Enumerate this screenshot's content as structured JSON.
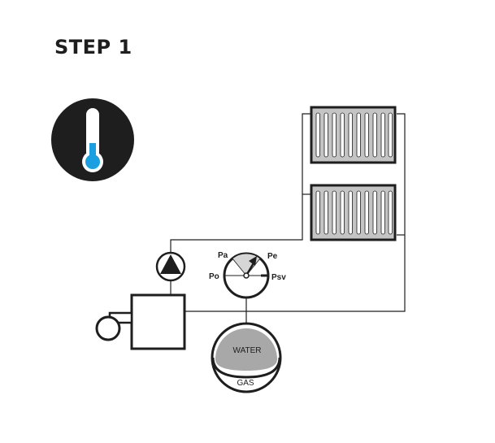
{
  "title": "STEP 1",
  "labels": {
    "pa": "Pa",
    "pe": "Pe",
    "po": "Po",
    "psv": "Psv",
    "water": "WATER",
    "gas": "GAS"
  },
  "icons": {
    "thermometer": "thermometer-icon",
    "pump": "pump-icon",
    "gauge": "pressure-gauge-icon"
  },
  "colors": {
    "ink": "#1e1e1e",
    "thermometer_fill": "#1aa0e0",
    "water_fill": "#a8a8a8",
    "radiator_fill": "#c4c4c4",
    "gauge_sector": "#d6d6d6"
  }
}
